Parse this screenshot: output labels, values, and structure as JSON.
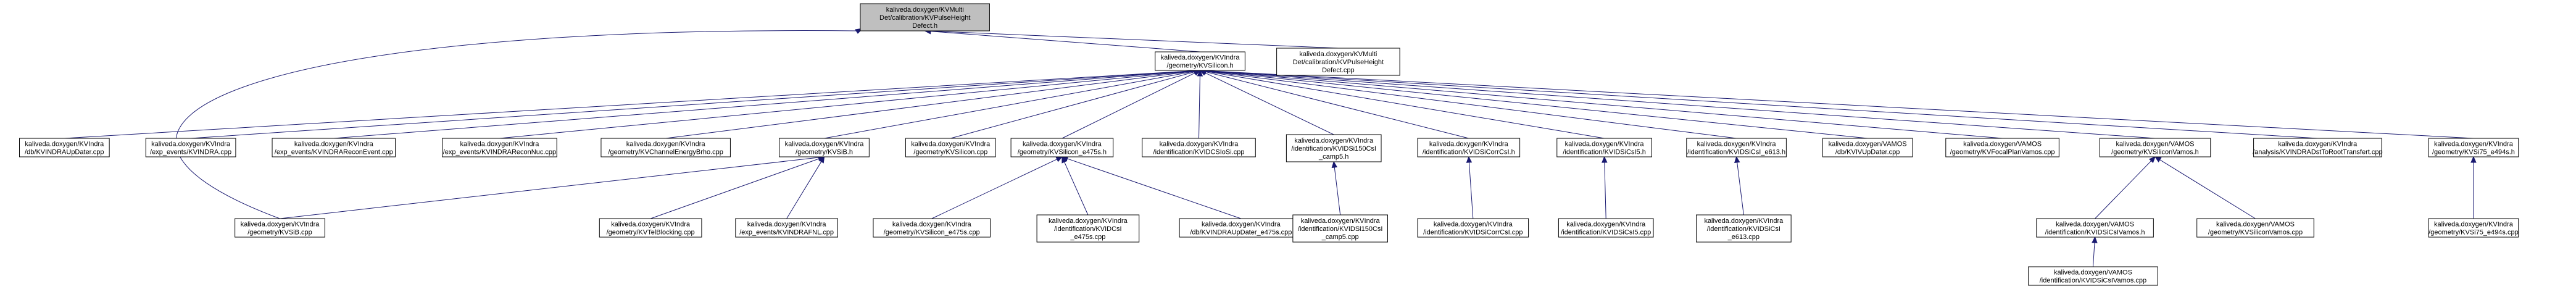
{
  "graph": {
    "nodes": [
      {
        "id": "pulse_h",
        "lines": [
          "kaliveda.doxygen/KVMulti",
          "Det/calibration/KVPulseHeight",
          "Defect.h"
        ],
        "highlight": true
      },
      {
        "id": "silicon_h",
        "lines": [
          "kaliveda.doxygen/KVIndra",
          "/geometry/KVSilicon.h"
        ]
      },
      {
        "id": "pulse_cpp",
        "lines": [
          "kaliveda.doxygen/KVMulti",
          "Det/calibration/KVPulseHeight",
          "Defect.cpp"
        ]
      },
      {
        "id": "db_indraup",
        "lines": [
          "kaliveda.doxygen/KVIndra",
          "/db/KVINDRAUpDater.cpp"
        ]
      },
      {
        "id": "exp_kvindra",
        "lines": [
          "kaliveda.doxygen/KVIndra",
          "/exp_events/KVINDRA.cpp"
        ]
      },
      {
        "id": "exp_recon_event",
        "lines": [
          "kaliveda.doxygen/KVIndra",
          "/exp_events/KVINDRAReconEvent.cpp"
        ]
      },
      {
        "id": "exp_recon_nuc",
        "lines": [
          "kaliveda.doxygen/KVIndra",
          "/exp_events/KVINDRAReconNuc.cpp"
        ]
      },
      {
        "id": "geo_channel",
        "lines": [
          "kaliveda.doxygen/KVIndra",
          "/geometry/KVChannelEnergyBrho.cpp"
        ]
      },
      {
        "id": "geo_si_h",
        "lines": [
          "kaliveda.doxygen/KVIndra",
          "/geometry/KVSiB.h"
        ]
      },
      {
        "id": "geo_silicon_cpp",
        "lines": [
          "kaliveda.doxygen/KVIndra",
          "/geometry/KVSilicon.cpp"
        ]
      },
      {
        "id": "geo_si75_h",
        "lines": [
          "kaliveda.doxygen/KVIndra",
          "/geometry/KVSilicon_e475s.h"
        ]
      },
      {
        "id": "ident_csi",
        "lines": [
          "kaliveda.doxygen/KVIndra",
          "/identification/KVIDCSIoSi.cpp"
        ]
      },
      {
        "id": "ident_si150_h",
        "lines": [
          "kaliveda.doxygen/KVIndra",
          "/identification/KVIDSi150CsI",
          "_camp5.h"
        ]
      },
      {
        "id": "ident_sicorr_h",
        "lines": [
          "kaliveda.doxygen/KVIndra",
          "/identification/KVIDSiCorrCsI.h"
        ]
      },
      {
        "id": "ident_sics_h",
        "lines": [
          "kaliveda.doxygen/KVIndra",
          "/identification/KVIDSiCsI5.h"
        ]
      },
      {
        "id": "ident_e613_h",
        "lines": [
          "kaliveda.doxygen/KVIndra",
          "/identification/KVIDSiCsI_e613.h"
        ]
      },
      {
        "id": "vamos_db",
        "lines": [
          "kaliveda.doxygen/VAMOS",
          "/db/KVIVUpDater.cpp"
        ]
      },
      {
        "id": "vamos_focal",
        "lines": [
          "kaliveda.doxygen/VAMOS",
          "/geometry/KVFocalPlanVamos.cpp"
        ]
      },
      {
        "id": "vamos_si_h",
        "lines": [
          "kaliveda.doxygen/VAMOS",
          "/geometry/KVSiliconVamos.h"
        ]
      },
      {
        "id": "ana_dst",
        "lines": [
          "kaliveda.doxygen/KVIndra",
          "/analysis/KVINDRADstToRootTransfert.cpp"
        ]
      },
      {
        "id": "geo_si75_e494_h",
        "lines": [
          "kaliveda.doxygen/KVIndra",
          "/geometry/KVSi75_e494s.h"
        ]
      },
      {
        "id": "geo_si_cpp",
        "lines": [
          "kaliveda.doxygen/KVIndra",
          "/geometry/KVSiB.cpp"
        ]
      },
      {
        "id": "geo_telblock",
        "lines": [
          "kaliveda.doxygen/KVIndra",
          "/geometry/KVTelBlocking.cpp"
        ]
      },
      {
        "id": "exp_afnl",
        "lines": [
          "kaliveda.doxygen/KVIndra",
          "/exp_events/KVINDRAFNL.cpp"
        ]
      },
      {
        "id": "geo_si475_cpp",
        "lines": [
          "kaliveda.doxygen/KVIndra",
          "/geometry/KVSilicon_e475s.cpp"
        ]
      },
      {
        "id": "ident_csi_e475",
        "lines": [
          "kaliveda.doxygen/KVIndra",
          "/identification/KVIDCsI",
          "_e475s.cpp"
        ]
      },
      {
        "id": "db_updater_e475",
        "lines": [
          "kaliveda.doxygen/KVIndra",
          "/db/KVINDRAUpDater_e475s.cpp"
        ]
      },
      {
        "id": "ident_si150_cpp",
        "lines": [
          "kaliveda.doxygen/KVIndra",
          "/identification/KVIDSi150CsI",
          "_camp5.cpp"
        ]
      },
      {
        "id": "ident_sicorr_cpp",
        "lines": [
          "kaliveda.doxygen/KVIndra",
          "/identification/KVIDSiCorrCsI.cpp"
        ]
      },
      {
        "id": "ident_sics_cpp",
        "lines": [
          "kaliveda.doxygen/KVIndra",
          "/identification/KVIDSiCsI5.cpp"
        ]
      },
      {
        "id": "ident_e613_cpp",
        "lines": [
          "kaliveda.doxygen/KVIndra",
          "/identification/KVIDSiCsI",
          "_e613.cpp"
        ]
      },
      {
        "id": "vamos_sicsi_h",
        "lines": [
          "kaliveda.doxygen/VAMOS",
          "/identification/KVIDSiCsIVamos.h"
        ]
      },
      {
        "id": "vamos_si_cpp",
        "lines": [
          "kaliveda.doxygen/VAMOS",
          "/geometry/KVSiliconVamos.cpp"
        ]
      },
      {
        "id": "geo_si75_cpp",
        "lines": [
          "kaliveda.doxygen/KVIndra",
          "/geometry/KVSi75_e494s.cpp"
        ]
      },
      {
        "id": "vamos_sicsi_cpp",
        "lines": [
          "kaliveda.doxygen/VAMOS",
          "/identification/KVIDSiCsIVamos.cpp"
        ]
      }
    ],
    "edges": [
      [
        "silicon_h",
        "pulse_h"
      ],
      [
        "pulse_cpp",
        "pulse_h"
      ],
      [
        "geo_si_cpp",
        "pulse_h"
      ],
      [
        "db_indraup",
        "silicon_h"
      ],
      [
        "exp_kvindra",
        "silicon_h"
      ],
      [
        "exp_recon_event",
        "silicon_h"
      ],
      [
        "exp_recon_nuc",
        "silicon_h"
      ],
      [
        "geo_channel",
        "silicon_h"
      ],
      [
        "geo_si_h",
        "silicon_h"
      ],
      [
        "geo_silicon_cpp",
        "silicon_h"
      ],
      [
        "geo_si75_h",
        "silicon_h"
      ],
      [
        "ident_csi",
        "silicon_h"
      ],
      [
        "ident_si150_h",
        "silicon_h"
      ],
      [
        "ident_sicorr_h",
        "silicon_h"
      ],
      [
        "ident_sics_h",
        "silicon_h"
      ],
      [
        "ident_e613_h",
        "silicon_h"
      ],
      [
        "vamos_db",
        "silicon_h"
      ],
      [
        "vamos_focal",
        "silicon_h"
      ],
      [
        "vamos_si_h",
        "silicon_h"
      ],
      [
        "ana_dst",
        "silicon_h"
      ],
      [
        "geo_si75_e494_h",
        "silicon_h"
      ],
      [
        "geo_si_cpp",
        "geo_si_h"
      ],
      [
        "geo_telblock",
        "geo_si_h"
      ],
      [
        "exp_afnl",
        "geo_si_h"
      ],
      [
        "geo_si475_cpp",
        "geo_si75_h"
      ],
      [
        "ident_csi_e475",
        "geo_si75_h"
      ],
      [
        "db_updater_e475",
        "geo_si75_h"
      ],
      [
        "ident_si150_cpp",
        "ident_si150_h"
      ],
      [
        "ident_sicorr_cpp",
        "ident_sicorr_h"
      ],
      [
        "ident_sics_cpp",
        "ident_sics_h"
      ],
      [
        "ident_e613_cpp",
        "ident_e613_h"
      ],
      [
        "vamos_sicsi_h",
        "vamos_si_h"
      ],
      [
        "vamos_si_cpp",
        "vamos_si_h"
      ],
      [
        "geo_si75_cpp",
        "geo_si75_e494_h"
      ],
      [
        "vamos_sicsi_cpp",
        "vamos_sicsi_h"
      ]
    ]
  },
  "colors": {
    "edge": "#191970",
    "node_border": "#000000",
    "root_fill": "#bfbfbf",
    "node_fill": "#ffffff"
  }
}
